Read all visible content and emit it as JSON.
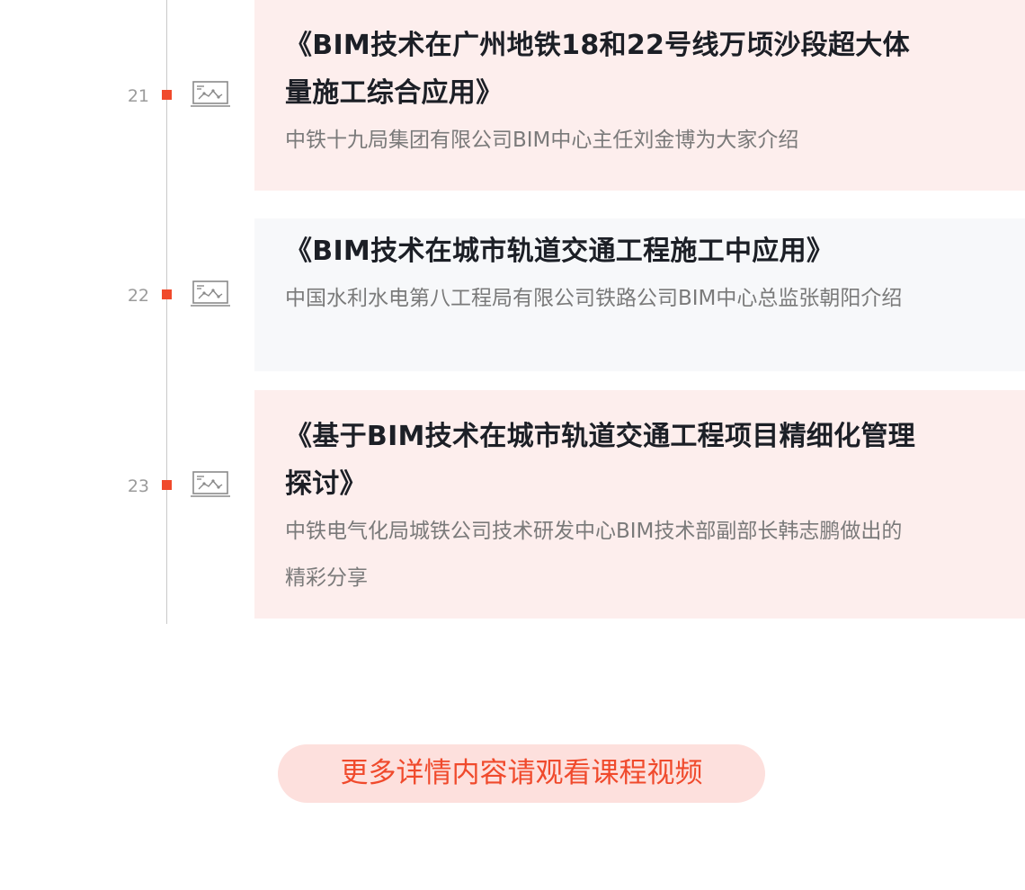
{
  "entries": [
    {
      "number": "21",
      "title": "《BIM技术在广州地铁18和22号线万顷沙段超大体量施工综合应用》",
      "description": "中铁十九局集团有限公司BIM中心主任刘金博为大家介绍"
    },
    {
      "number": "22",
      "title": "《BIM技术在城市轨道交通工程施工中应用》",
      "description": "中国水利水电第八工程局有限公司铁路公司BIM中心总监张朝阳介绍"
    },
    {
      "number": "23",
      "title": "《基于BIM技术在城市轨道交通工程项目精细化管理探讨》",
      "description": "中铁电气化局城铁公司技术研发中心BIM技术部副部长韩志鹏做出的精彩分享"
    }
  ],
  "more_button": {
    "label": "更多详情内容请观看课程视频"
  },
  "colors": {
    "accent": "#f04a2c",
    "card_pink": "#fdeeed",
    "card_grey": "#f7f8fa",
    "title_text": "#1c1f26",
    "desc_text": "#7a7a7a",
    "number_text": "#9b9b9b"
  },
  "icons": {
    "entry_icon": "laptop-chart-icon"
  }
}
